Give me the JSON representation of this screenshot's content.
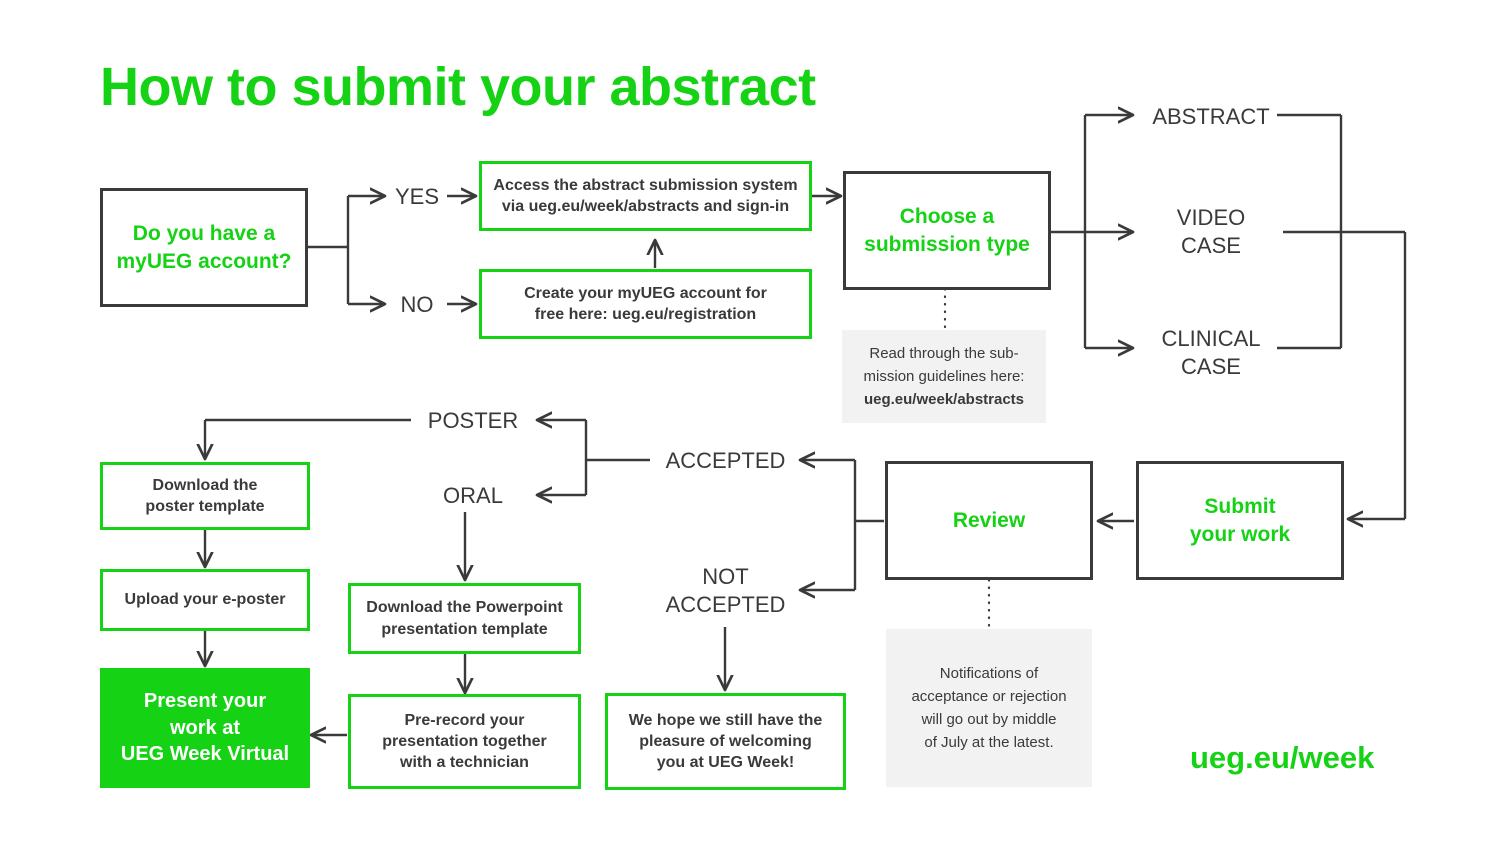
{
  "header": {
    "title": "How to submit your abstract"
  },
  "footer": {
    "url": "ueg.eu/week"
  },
  "colors": {
    "brand_green": "#15d215",
    "line_dark": "#3a3a3a",
    "note_bg": "#f2f2f2"
  },
  "nodes": {
    "account_question": "Do you have a\nmyUEG account?",
    "yes_label": "YES",
    "no_label": "NO",
    "access_system": "Access the abstract submission system\nvia ueg.eu/week/abstracts and sign-in",
    "create_account": "Create your myUEG account for\nfree here: ueg.eu/registration",
    "choose_type": "Choose a\nsubmission type",
    "branch_abstract": "ABSTRACT",
    "branch_video_case": "VIDEO\nCASE",
    "branch_clinical_case": "CLINICAL\nCASE",
    "submit_work": "Submit\nyour work",
    "review": "Review",
    "accepted": "ACCEPTED",
    "not_accepted": "NOT\nACCEPTED",
    "poster": "POSTER",
    "oral": "ORAL",
    "download_poster_template": "Download the\nposter template",
    "upload_eposter": "Upload your e-poster",
    "present_work": "Present your\nwork at\nUEG Week Virtual",
    "download_ppt_template": "Download the Powerpoint\npresentation template",
    "prerecord": "Pre-record your\npresentation together\nwith a technician",
    "we_hope": "We hope we still have the\npleasure of welcoming\nyou at UEG Week!"
  },
  "notes": {
    "guidelines": {
      "line1": "Read through the sub-",
      "line2": "mission guidelines here:",
      "line3_strong": "ueg.eu/week/abstracts"
    },
    "notifications": {
      "line1": "Notifications of",
      "line2": "acceptance or rejection",
      "line3": "will go out by middle",
      "line4": "of July at the latest."
    }
  }
}
